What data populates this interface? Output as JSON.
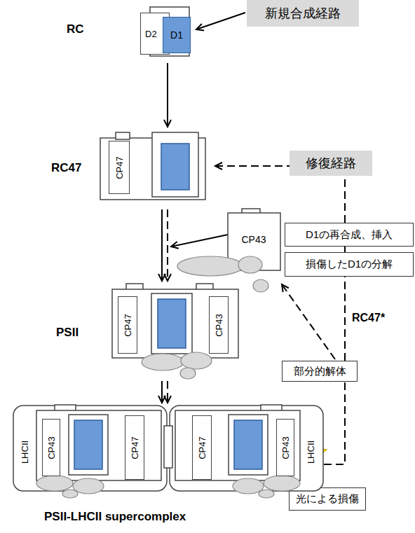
{
  "diagram": {
    "nodes": [
      {
        "text": [
          "新規合成経路"
        ]
      },
      {
        "text": [
          "RC"
        ]
      },
      {
        "text": [
          "D2"
        ],
        "in": 1
      },
      {
        "text": [
          "D1"
        ],
        "in": 1
      },
      {
        "text": [
          "RC47"
        ]
      },
      {
        "text": [
          "CP47"
        ],
        "in": 4
      },
      {
        "text": [
          "修復経路"
        ]
      },
      {
        "text": [
          "CP43"
        ]
      },
      {
        "text": [
          "D1の再合成、挿入"
        ]
      },
      {
        "text": [
          "損傷したD1の分解"
        ]
      },
      {
        "text": [
          "PSII"
        ]
      },
      {
        "text": [
          "CP47"
        ],
        "in": 10
      },
      {
        "text": [
          "CP43"
        ],
        "in": 10
      },
      {
        "text": [
          "部分的解体"
        ]
      },
      {
        "text": [
          "光による損傷"
        ]
      },
      {
        "text": [
          "PSII-LHCII supercomplex"
        ]
      },
      {
        "text": [
          "LHCII"
        ],
        "in": 15
      },
      {
        "text": [
          "CP43"
        ],
        "in": 15
      },
      {
        "text": [
          "CP47"
        ],
        "in": 15
      },
      {
        "text": [
          "CP47"
        ],
        "in": 15
      },
      {
        "text": [
          "CP43"
        ],
        "in": 15
      },
      {
        "text": [
          "LHCII"
        ],
        "in": 15
      }
    ],
    "edges": [
      {
        "from": 0,
        "to": 1,
        "arrow": "to"
      },
      {
        "from": 1,
        "to": 4,
        "arrow": "to"
      },
      {
        "from": 4,
        "to": 10,
        "arrow": "to"
      },
      {
        "from": 7,
        "to": 10,
        "arrow": "to"
      },
      {
        "from": 10,
        "to": 15,
        "arrow": "to"
      },
      {
        "from": 15,
        "to": 13,
        "arrow": "none"
      },
      {
        "from": 13,
        "to": 9,
        "label": "RC47*",
        "arrow": "none"
      },
      {
        "from": 9,
        "to": 8,
        "arrow": "none"
      },
      {
        "from": 8,
        "to": 4,
        "arrow": "to"
      },
      {
        "from": 13,
        "to": 7,
        "arrow": "to"
      }
    ]
  }
}
